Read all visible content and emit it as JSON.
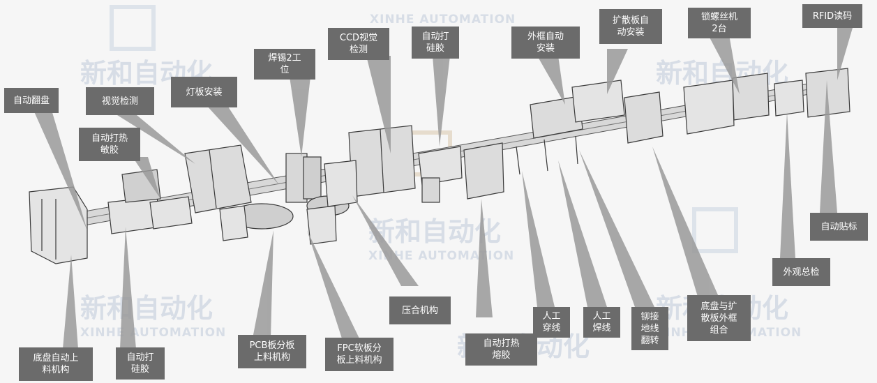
{
  "watermark": {
    "cn": "新和自动化",
    "en": "XINHE AUTOMATION"
  },
  "labels": {
    "auto_flip": "自动翻盘",
    "visual_inspect": "视觉检测",
    "auto_thermal_glue": "自动打热\n敏胶",
    "light_board_install": "灯板安装",
    "solder_2": "焊锡2工\n位",
    "ccd_inspect": "CCD视觉\n检测",
    "auto_silicone_top": "自动打\n硅胶",
    "frame_install": "外框自动\n安装",
    "diffuser_install": "扩散板自\n动安装",
    "screw_machine": "锁螺丝机\n2台",
    "rfid": "RFID读码",
    "auto_labeling": "自动贴标",
    "appearance_check": "外观总检",
    "chassis_diffuser_assembly": "底盘与扩\n散板外框\n组合",
    "rivet_ground_turn": "铆接\n地线\n翻转",
    "manual_solder": "人工\n焊线",
    "manual_thread": "人工\n穿线",
    "auto_hot_melt": "自动打热\n熔胶",
    "press_mechanism": "压合机构",
    "fpc_feeding": "FPC软板分\n板上料机构",
    "pcb_feeding": "PCB板分板\n上料机构",
    "auto_silicone_bottom": "自动打\n硅胶",
    "chassis_feeding": "底盘自动上\n料机构"
  }
}
